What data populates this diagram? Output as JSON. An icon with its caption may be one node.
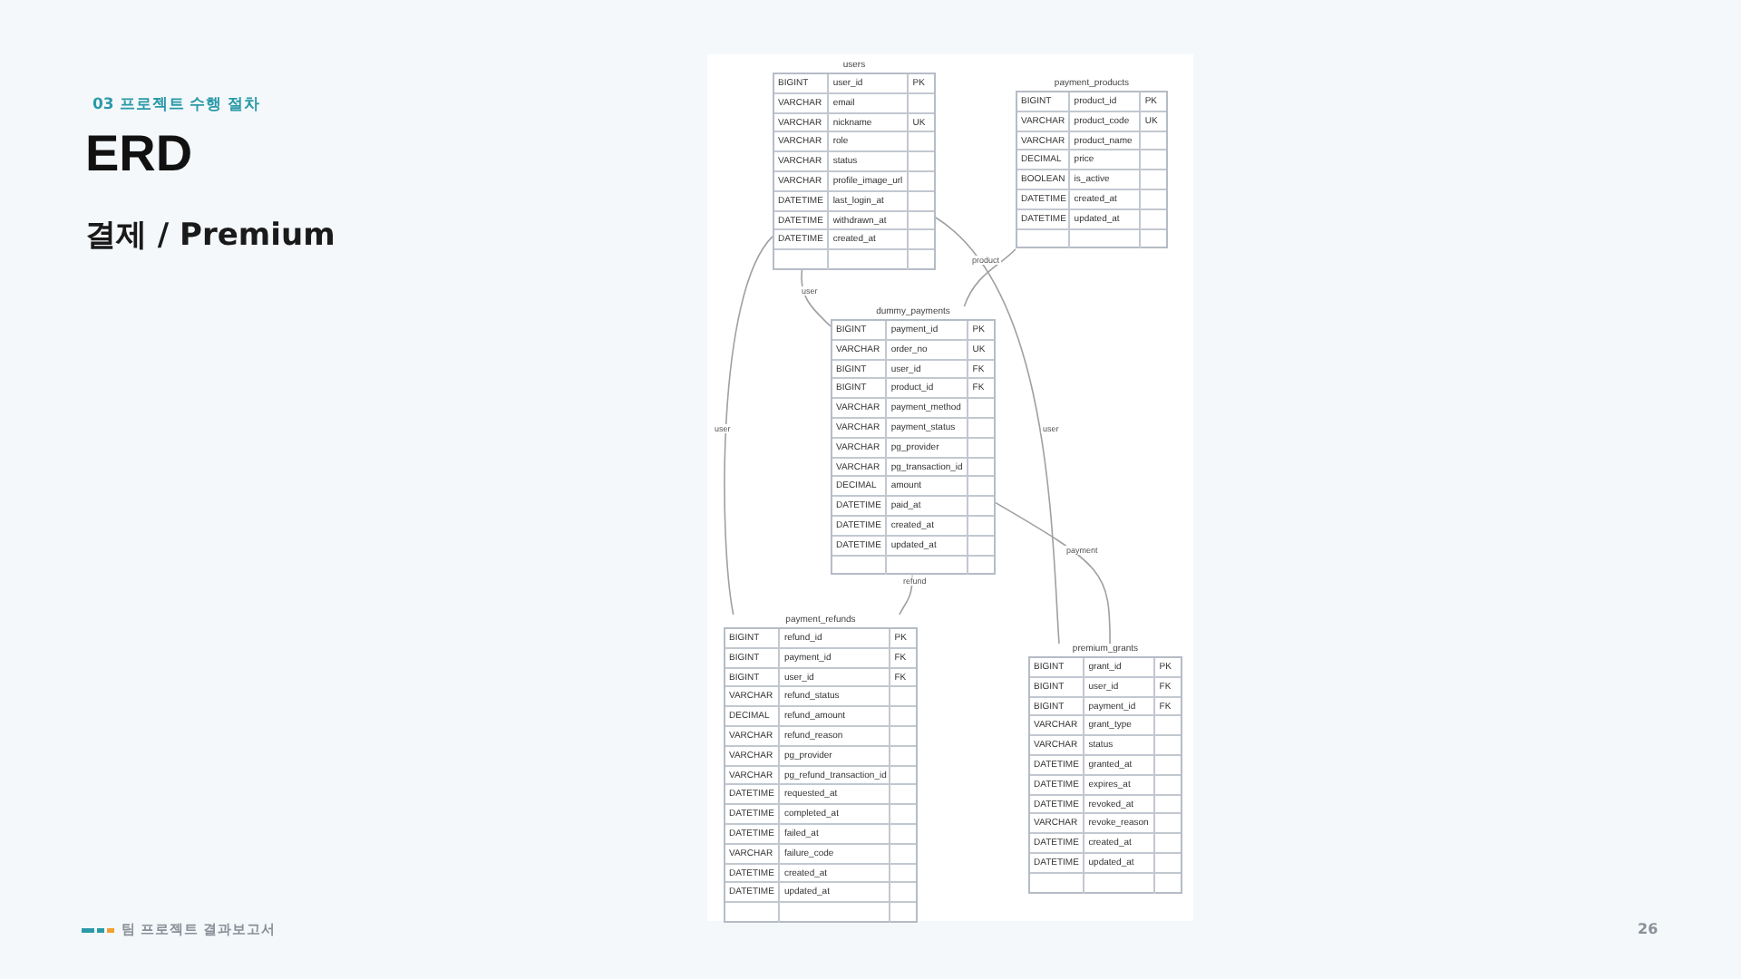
{
  "diagram": {
    "title": "ERD",
    "nodes": [
      {
        "text": [
          "users",
          "BIGINT",
          "user_id",
          "PK",
          "VARCHAR",
          "email",
          "VARCHAR",
          "nickname",
          "UK",
          "VARCHAR",
          "role",
          "VARCHAR",
          "status",
          "VARCHAR",
          "profile_image_url",
          "DATETIME",
          "last_login_at",
          "DATETIME",
          "withdrawn_at",
          "DATETIME",
          "created_at"
        ]
      },
      {
        "text": [
          "payment_products",
          "BIGINT",
          "product_id",
          "PK",
          "VARCHAR",
          "product_code",
          "UK",
          "VARCHAR",
          "product_name",
          "DECIMAL",
          "price",
          "BOOLEAN",
          "is_active",
          "DATETIME",
          "created_at",
          "DATETIME",
          "updated_at"
        ]
      },
      {
        "text": [
          "dummy_payments",
          "BIGINT",
          "payment_id",
          "PK",
          "VARCHAR",
          "order_no",
          "UK",
          "BIGINT",
          "user_id",
          "FK",
          "BIGINT",
          "product_id",
          "FK",
          "VARCHAR",
          "payment_method",
          "VARCHAR",
          "payment_status",
          "VARCHAR",
          "pg_provider",
          "VARCHAR",
          "pg_transaction_id",
          "DECIMAL",
          "amount",
          "DATETIME",
          "paid_at",
          "DATETIME",
          "created_at",
          "DATETIME",
          "updated_at"
        ]
      },
      {
        "text": [
          "payment_refunds",
          "BIGINT",
          "refund_id",
          "PK",
          "BIGINT",
          "payment_id",
          "FK",
          "BIGINT",
          "user_id",
          "FK",
          "VARCHAR",
          "refund_status",
          "DECIMAL",
          "refund_amount",
          "VARCHAR",
          "refund_reason",
          "VARCHAR",
          "pg_provider",
          "VARCHAR",
          "pg_refund_transaction_id",
          "DATETIME",
          "requested_at",
          "DATETIME",
          "completed_at",
          "DATETIME",
          "failed_at",
          "VARCHAR",
          "failure_code",
          "DATETIME",
          "created_at",
          "DATETIME",
          "updated_at"
        ]
      },
      {
        "text": [
          "premium_grants",
          "BIGINT",
          "grant_id",
          "PK",
          "BIGINT",
          "user_id",
          "FK",
          "BIGINT",
          "payment_id",
          "FK",
          "VARCHAR",
          "grant_type",
          "VARCHAR",
          "status",
          "DATETIME",
          "granted_at",
          "DATETIME",
          "expires_at",
          "DATETIME",
          "revoked_at",
          "VARCHAR",
          "revoke_reason",
          "DATETIME",
          "created_at",
          "DATETIME",
          "updated_at"
        ]
      }
    ],
    "edges": [
      {
        "from": 0,
        "to": 2,
        "arrow": "none",
        "label": "user"
      },
      {
        "from": 1,
        "to": 2,
        "arrow": "none",
        "label": "product"
      },
      {
        "from": 0,
        "to": 3,
        "arrow": "none",
        "label": "user"
      },
      {
        "from": 0,
        "to": 4,
        "arrow": "none",
        "label": "user"
      },
      {
        "from": 2,
        "to": 3,
        "arrow": "none",
        "label": "refund"
      },
      {
        "from": 2,
        "to": 4,
        "arrow": "none",
        "label": "payment"
      }
    ],
    "labels": [
      "03 프로젝트 수행 절차",
      "결제 / Premium",
      "팀 프로젝트 결과보고서",
      "26"
    ]
  }
}
